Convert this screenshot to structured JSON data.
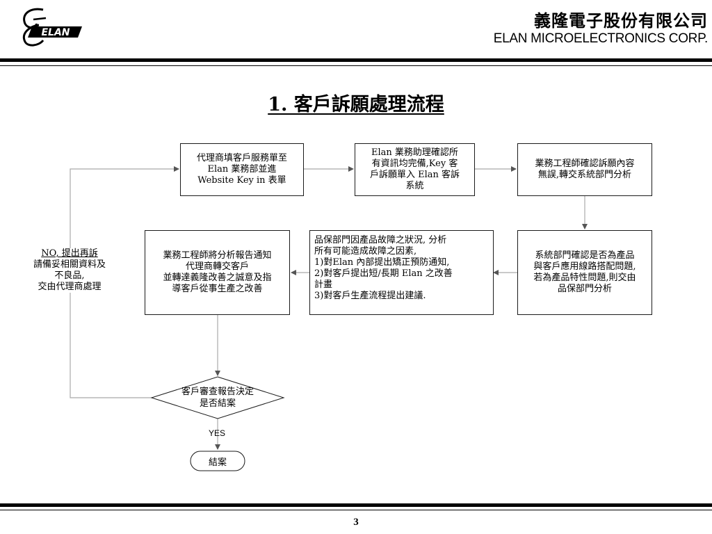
{
  "header": {
    "logo_text": "ELAN",
    "company_cn": "義隆電子股份有限公司",
    "company_en": "ELAN MICROELECTRONICS CORP."
  },
  "title": "1. 客戶訴願處理流程",
  "flow": {
    "box1": "代理商填客戶服務單至\nElan 業務部並進\nWebsite Key in 表單",
    "box2": "Elan 業務助理確認所\n有資訊均完備,Key 客\n戶訴願單入 Elan 客訴\n系統",
    "box3": "業務工程師確認訴願內容\n無誤,轉交系統部門分析",
    "box4": "系統部門確認是否為產品\n與客戶應用線路搭配問題,\n若為產品特性問題,則交由\n品保部門分析",
    "box5": "品保部門因產品故障之狀況, 分析\n   所有可能造成故障之因素,\n1)對Elan 內部提出矯正預防通知,\n2)對客戶提出短/長期 Elan 之改善\n   計畫\n3)對客戶生產流程提出建議.",
    "box6": "業務工程師將分析報告通知\n代理商轉交客戶\n並轉達義隆改善之誠意及指\n導客戶從事生產之改善",
    "decision": "客戶審查報告決定\n是否結案",
    "end": "結案",
    "yes_label": "YES",
    "no_label_head": "NO, 提出再訴",
    "no_label_body": "請備妥相關資料及\n不良品,\n交由代理商處理"
  },
  "footer": {
    "page_number": "3"
  },
  "colors": {
    "line": "#a9a9a9",
    "border": "#1a1a1a",
    "rule": "#000000"
  }
}
